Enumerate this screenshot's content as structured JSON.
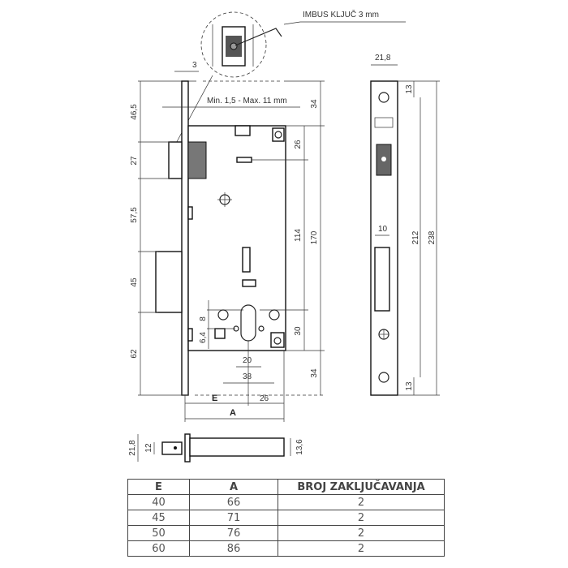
{
  "callout": {
    "label": "IMBUS KLJUČ 3 mm"
  },
  "dimensions": {
    "faceplate_thickness": "3",
    "door_range": "Min. 1,5 - Max. 11 mm",
    "left": [
      "46,5",
      "27",
      "57,5",
      "45",
      "62"
    ],
    "right_outer_top": "34",
    "right_26": "26",
    "right_114": "114",
    "right_170": "170",
    "right_30": "30",
    "right_outer_bottom": "34",
    "cyl_8": "8",
    "cyl_6_4": "6,4",
    "cyl_20": "20",
    "cyl_38": "38",
    "bottom_E": "E",
    "bottom_26": "26",
    "bottom_A": "A",
    "front_width": "21,8",
    "front_13_top": "13",
    "front_212": "212",
    "front_238": "238",
    "front_10": "10",
    "front_13_bottom": "13",
    "top_21_8": "21,8",
    "top_12": "12",
    "top_13_6": "13,6"
  },
  "table": {
    "headers": [
      "E",
      "A",
      "BROJ ZAKLJUČAVANJA"
    ],
    "rows": [
      [
        "40",
        "66",
        "2"
      ],
      [
        "45",
        "71",
        "2"
      ],
      [
        "50",
        "76",
        "2"
      ],
      [
        "60",
        "86",
        "2"
      ]
    ]
  }
}
